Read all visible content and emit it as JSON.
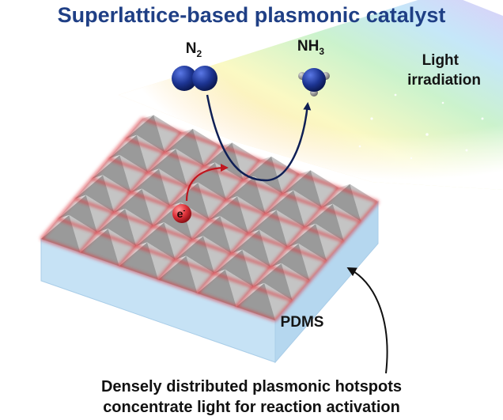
{
  "title": "Superlattice-based plasmonic catalyst",
  "reactant": {
    "symbol": "N",
    "subscript": "2"
  },
  "product": {
    "symbol": "NH",
    "subscript": "3"
  },
  "light_label": {
    "line1": "Light",
    "line2": "irradiation"
  },
  "electron": {
    "symbol": "e",
    "superscript": "-"
  },
  "substrate_label": "PDMS",
  "caption": {
    "line1": "Densely distributed plasmonic hotspots",
    "line2": "concentrate light for reaction activation"
  },
  "colors": {
    "title": "#1f3f85",
    "hotspot": "#e0333b",
    "molecule": "#1d3593",
    "substrate": "#d6ecfa",
    "arrow_reaction": "#0f1f55"
  }
}
